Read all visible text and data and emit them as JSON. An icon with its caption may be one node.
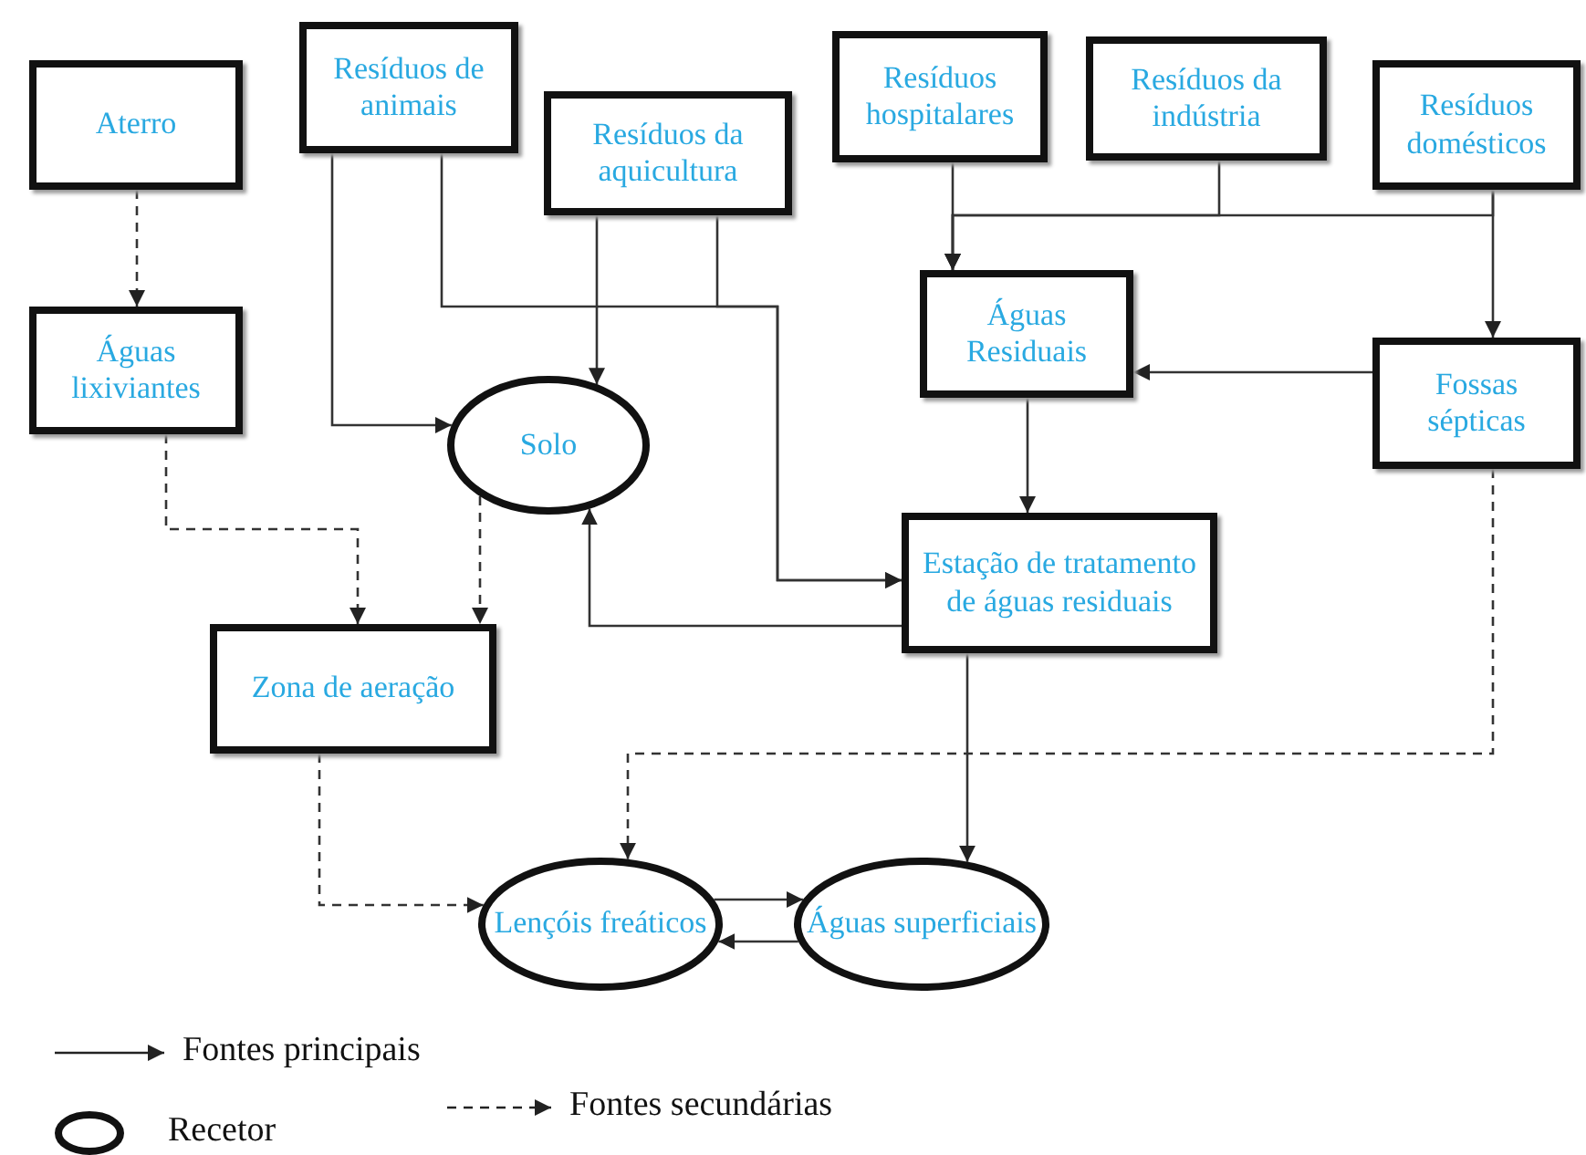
{
  "diagram": {
    "nodes": [
      {
        "text": [
          "Aterro"
        ]
      },
      {
        "text": [
          "Resíduos de animais"
        ]
      },
      {
        "text": [
          "Resíduos da aquicultura"
        ]
      },
      {
        "text": [
          "Resíduos hospitalares"
        ]
      },
      {
        "text": [
          "Resíduos da indústria"
        ]
      },
      {
        "text": [
          "Resíduos domésticos"
        ]
      },
      {
        "text": [
          "Águas lixiviantes"
        ]
      },
      {
        "text": [
          "Solo"
        ]
      },
      {
        "text": [
          "Águas Residuais"
        ]
      },
      {
        "text": [
          "Fossas sépticas"
        ]
      },
      {
        "text": [
          "Estação de tratamento de águas residuais"
        ]
      },
      {
        "text": [
          "Zona de aeração"
        ]
      },
      {
        "text": [
          "Lençóis freáticos"
        ]
      },
      {
        "text": [
          "Águas superficiais"
        ]
      }
    ],
    "edges": [
      {
        "from": 0,
        "to": 6,
        "arrow": "to",
        "style": "dashed"
      },
      {
        "from": 1,
        "to": 7,
        "arrow": "to"
      },
      {
        "from": 1,
        "to": 10,
        "arrow": "to"
      },
      {
        "from": 2,
        "to": 7,
        "arrow": "to"
      },
      {
        "from": 2,
        "to": 10,
        "arrow": "to"
      },
      {
        "from": 3,
        "to": 8,
        "arrow": "to"
      },
      {
        "from": 4,
        "to": 8,
        "arrow": "to"
      },
      {
        "from": 5,
        "to": 8,
        "arrow": "to"
      },
      {
        "from": 5,
        "to": 9,
        "arrow": "to"
      },
      {
        "from": 9,
        "to": 8,
        "arrow": "to"
      },
      {
        "from": 8,
        "to": 10,
        "arrow": "to"
      },
      {
        "from": 10,
        "to": 7,
        "arrow": "to"
      },
      {
        "from": 6,
        "to": 11,
        "arrow": "to",
        "style": "dashed"
      },
      {
        "from": 7,
        "to": 11,
        "arrow": "to",
        "style": "dashed"
      },
      {
        "from": 9,
        "to": 12,
        "arrow": "to",
        "style": "dashed"
      },
      {
        "from": 10,
        "to": 13,
        "arrow": "to"
      },
      {
        "from": 11,
        "to": 12,
        "arrow": "to",
        "style": "dashed"
      },
      {
        "from": 12,
        "to": 13,
        "arrow": "to"
      },
      {
        "from": 13,
        "to": 12,
        "arrow": "to"
      }
    ],
    "legend": [
      {
        "text": "Fontes principais"
      },
      {
        "text": "Recetor"
      },
      {
        "text": "Fontes secundárias"
      }
    ]
  }
}
